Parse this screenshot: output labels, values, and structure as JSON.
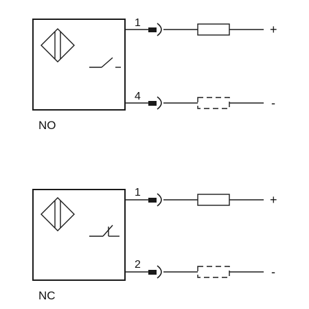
{
  "diagrams": [
    {
      "mode_label": "NO",
      "contact_type": "normally-open",
      "wires": [
        {
          "pin": "1",
          "sign": "+",
          "load": "solid"
        },
        {
          "pin": "4",
          "sign": "-",
          "load": "dashed"
        }
      ]
    },
    {
      "mode_label": "NC",
      "contact_type": "normally-closed",
      "wires": [
        {
          "pin": "1",
          "sign": "+",
          "load": "solid"
        },
        {
          "pin": "2",
          "sign": "-",
          "load": "dashed"
        }
      ]
    }
  ]
}
